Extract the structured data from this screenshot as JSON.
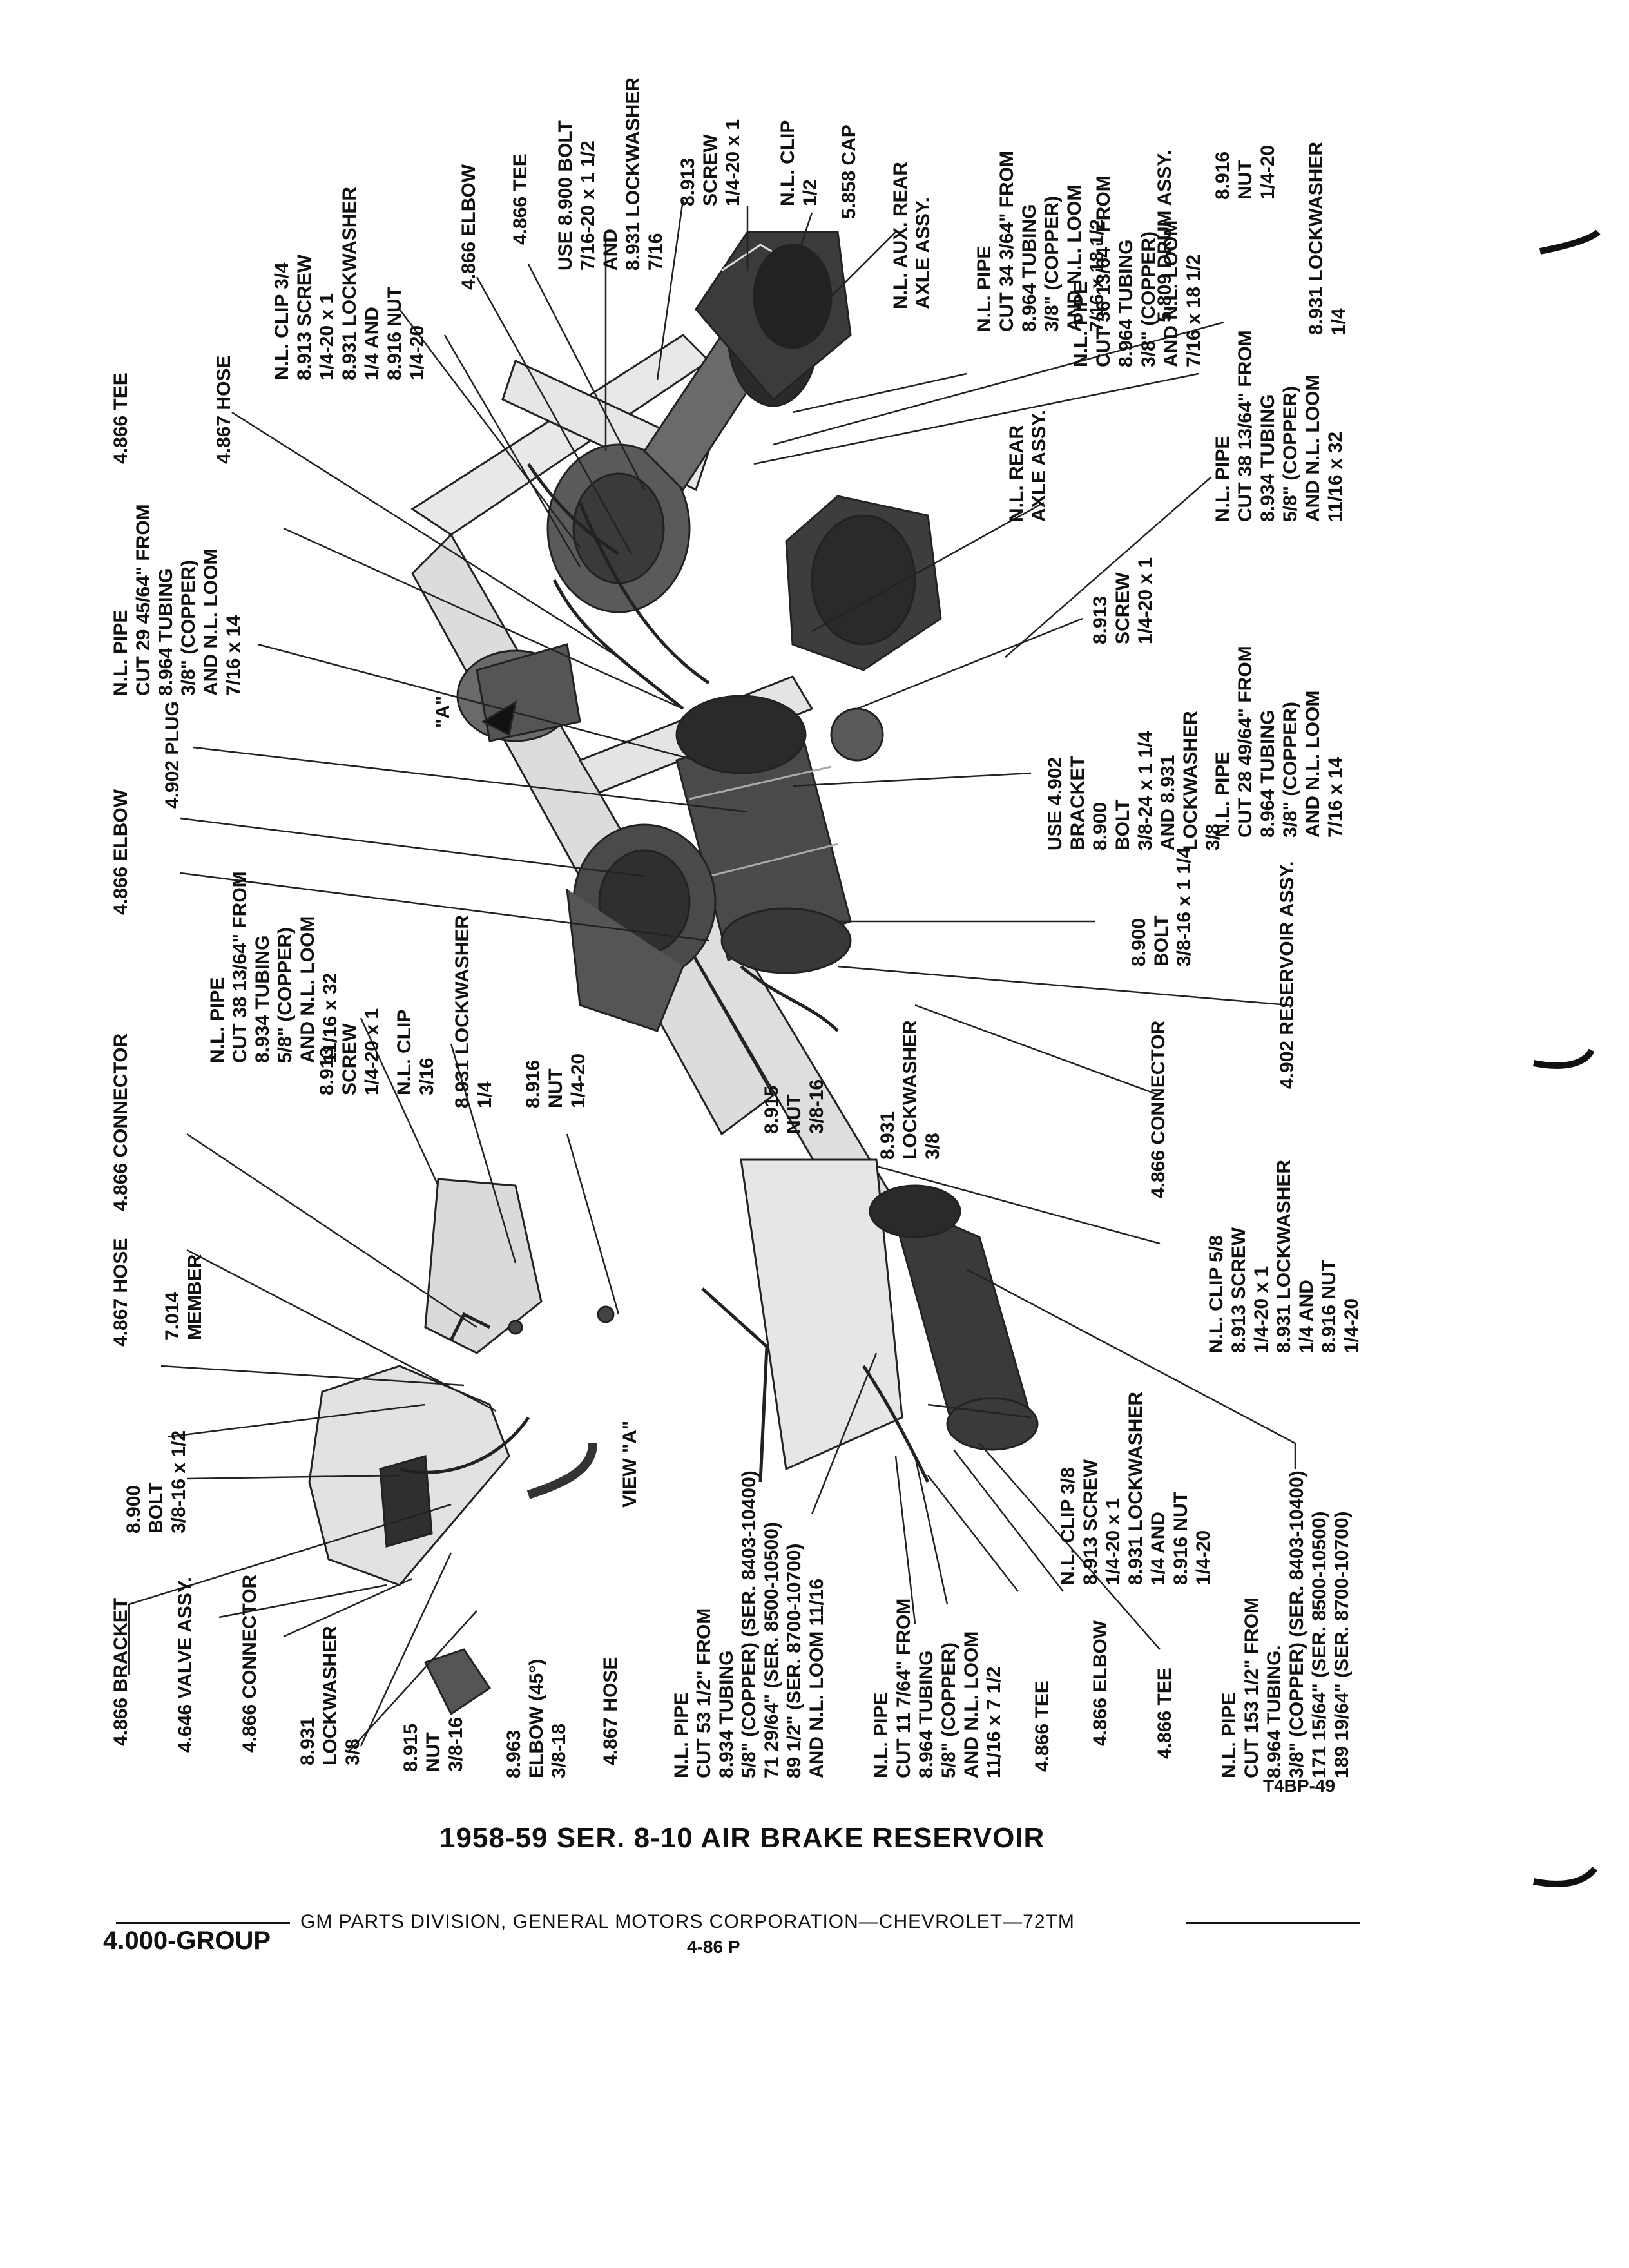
{
  "title": "1958-59 SER. 8-10 AIR BRAKE RESERVOIR",
  "figure_code": "T4BP-49",
  "footer": {
    "line": "GM PARTS DIVISION, GENERAL MOTORS CORPORATION—CHEVROLET—72TM",
    "group": "4.000-GROUP",
    "page": "4-86 P"
  },
  "view_label": "VIEW \"A\"",
  "view_marker": "\"A\"",
  "labels": {
    "pipe_361": [
      "N.L. PIPE",
      "CUT 36 13/64\" FROM",
      "8.964 TUBING",
      "3/8\" (COPPER)",
      "AND N.L. LOOM",
      "7/16 x 18 1/2"
    ],
    "tee_top": [
      "4.866 TEE"
    ],
    "clip_34": [
      "N.L. CLIP 3/4",
      "8.913 SCREW",
      "1/4-20 x 1",
      "8.931 LOCKWASHER",
      "1/4 AND",
      "8.916 NUT",
      "1/4-20"
    ],
    "hose_top": [
      "4.867 HOSE"
    ],
    "elbow_top": [
      "4.866 ELBOW"
    ],
    "tee_mid": [
      "4.866 TEE"
    ],
    "bolt_900": [
      "USE 8.900 BOLT",
      "7/16-20 x 1 1/2",
      "AND",
      "8.931 LOCKWASHER",
      "7/16"
    ],
    "screw_913": [
      "8.913",
      "SCREW",
      "1/4-20 x 1"
    ],
    "clip_half": [
      "N.L. CLIP",
      "1/2"
    ],
    "cap": [
      "5.858 CAP"
    ],
    "aux_axle": [
      "N.L. AUX. REAR",
      "AXLE ASSY."
    ],
    "pipe_344": [
      "N.L. PIPE",
      "CUT 34 3/64\" FROM",
      "8.964 TUBING",
      "3/8\" (COPPER)",
      "AND N.L. LOOM",
      "7/16 x 18 1/2"
    ],
    "drum": [
      "5.809 DRUM ASSY."
    ],
    "nut_916_top": [
      "8.916",
      "NUT",
      "1/4-20"
    ],
    "lockwasher_top": [
      "8.931 LOCKWASHER",
      "1/4"
    ],
    "pipe_294": [
      "N.L. PIPE",
      "CUT 29 45/64\" FROM",
      "8.964 TUBING",
      "3/8\" (COPPER)",
      "AND N.L. LOOM",
      "7/16 x 14"
    ],
    "rear_axle": [
      "N.L. REAR",
      "AXLE ASSY."
    ],
    "pipe_381_right": [
      "N.L. PIPE",
      "CUT 38 13/64\" FROM",
      "8.934 TUBING",
      "5/8\" (COPPER)",
      "AND N.L. LOOM",
      "11/16 x 32"
    ],
    "plug": [
      "4.902 PLUG"
    ],
    "screw_913_mid": [
      "8.913",
      "SCREW",
      "1/4-20 x 1"
    ],
    "bracket_902": [
      "USE 4.902",
      "BRACKET",
      "8.900",
      "BOLT",
      "3/8-24 x 1 1/4",
      "AND 8.931",
      "LOCKWASHER",
      "3/8"
    ],
    "pipe_284": [
      "N.L. PIPE",
      "CUT 28 49/64\" FROM",
      "8.964 TUBING",
      "3/8\" (COPPER)",
      "AND N.L. LOOM",
      "7/16 x 14"
    ],
    "elbow_mid": [
      "4.866 ELBOW"
    ],
    "pipe_381_left": [
      "N.L. PIPE",
      "CUT 38 13/64\" FROM",
      "8.934 TUBING",
      "5/8\" (COPPER)",
      "AND N.L. LOOM",
      "11/16 x 32"
    ],
    "bolt_900_mid": [
      "8.900",
      "BOLT",
      "3/8-16 x 1 1/4"
    ],
    "connector_top": [
      "4.866 CONNECTOR"
    ],
    "screw_913_left": [
      "8.913",
      "SCREW",
      "1/4-20 x 1"
    ],
    "clip_316": [
      "N.L. CLIP",
      "3/16"
    ],
    "lockwasher_left": [
      "8.931 LOCKWASHER",
      "1/4"
    ],
    "nut_916_left": [
      "8.916",
      "NUT",
      "1/4-20"
    ],
    "reservoir": [
      "4.902 RESERVOIR ASSY."
    ],
    "nut_915_mid": [
      "8.915",
      "NUT",
      "3/8-16"
    ],
    "lockwasher_mid": [
      "8.931",
      "LOCKWASHER",
      "3/8"
    ],
    "connector_mid": [
      "4.866 CONNECTOR"
    ],
    "hose_left": [
      "4.867 HOSE"
    ],
    "member": [
      "7.014",
      "MEMBER"
    ],
    "clip_58": [
      "N.L. CLIP 5/8",
      "8.913 SCREW",
      "1/4-20 x 1",
      "8.931 LOCKWASHER",
      "1/4 AND",
      "8.916 NUT",
      "1/4-20"
    ],
    "bolt_900_left": [
      "8.900",
      "BOLT",
      "3/8-16 x 1/2"
    ],
    "bracket": [
      "4.866 BRACKET"
    ],
    "valve": [
      "4.646 VALVE ASSY."
    ],
    "connector_low": [
      "4.866 CONNECTOR"
    ],
    "lockwasher_low": [
      "8.931",
      "LOCKWASHER",
      "3/8"
    ],
    "nut_915_low": [
      "8.915",
      "NUT",
      "3/8-16"
    ],
    "elbow_45": [
      "8.963",
      "ELBOW (45°)",
      "3/8-18"
    ],
    "hose_low": [
      "4.867 HOSE"
    ],
    "pipe_531": [
      "N.L. PIPE",
      "CUT 53 1/2\" FROM",
      "8.934 TUBING",
      "5/8\" (COPPER) (SER. 8403-10400)",
      "71 29/64\" (SER. 8500-10500)",
      "89 1/2\" (SER. 8700-10700)",
      "AND N.L. LOOM 11/16"
    ],
    "pipe_111": [
      "N.L. PIPE",
      "CUT 11 7/64\" FROM",
      "8.964 TUBING",
      "5/8\" (COPPER)",
      "AND N.L. LOOM",
      "11/16 x 7 1/2"
    ],
    "tee_low1": [
      "4.866 TEE"
    ],
    "clip_38": [
      "N.L. CLIP 3/8",
      "8.913 SCREW",
      "1/4-20 x 1",
      "8.931 LOCKWASHER",
      "1/4 AND",
      "8.916 NUT",
      "1/4-20"
    ],
    "elbow_low": [
      "4.866 ELBOW"
    ],
    "tee_low2": [
      "4.866 TEE"
    ],
    "pipe_153": [
      "N.L. PIPE",
      "CUT 153 1/2\" FROM",
      "8.964 TUBING.",
      "3/8\" (COPPER) (SER. 8403-10400)",
      "171 15/64\" (SER. 8500-10500)",
      "189 19/64\" (SER. 8700-10700)"
    ]
  }
}
